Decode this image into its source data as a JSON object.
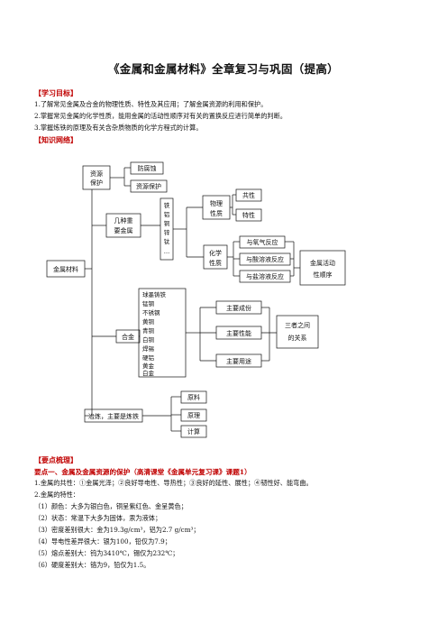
{
  "title": "《金属和金属材料》全章复习与巩固（提高）",
  "objectives": {
    "heading": "【学习目标】",
    "items": [
      "1.了解常见金属及合金的物理性质、特性及其应用；了解金属资源的利用和保护。",
      "2.掌握常见金属的化学性质，能用金属的活动性顺序对有关的置换反应进行简单的判断。",
      "3.掌握炼铁的原理及有关含杂质物质的化学方程式的计算。"
    ]
  },
  "network": {
    "heading": "【知识网络】",
    "root": "金属材料",
    "resource_l1": "资源",
    "resource_l2": "保护",
    "anticorrosion": "防腐蚀",
    "resource_protect": "资源保护",
    "metals_l1": "几种重",
    "metals_l2": "要金属",
    "metals_list": [
      "铁",
      "铝",
      "铜",
      "锌",
      "钛",
      "…"
    ],
    "physical_l1": "物理",
    "physical_l2": "性质",
    "common": "共性",
    "special": "特性",
    "chemical_l1": "化学",
    "chemical_l2": "性质",
    "oxygen": "与氧气反应",
    "acid": "与酸溶液反应",
    "salt": "与盐溶液反应",
    "activity_l1": "金属活动",
    "activity_l2": "性顺序",
    "alloy": "合金",
    "alloy_list": [
      "球墨铸铁",
      "锰钢",
      "不锈钢",
      "黄铜",
      "青铜",
      "白铜",
      "焊锡",
      "硬铝",
      "黄金",
      "白金"
    ],
    "composition": "主要成份",
    "performance": "主要性能",
    "usage": "主要用途",
    "relation_l1": "三者之间",
    "relation_l2": "的关系",
    "smelting": "冶炼，主要是炼铁",
    "material": "原料",
    "principle": "原理",
    "calculation": "计算"
  },
  "key_points": {
    "heading": "【要点梳理】",
    "point1": "要点一、金属及金属资源的保护（高清课堂《金属单元复习课》课题1）",
    "lines": [
      "1.金属的共性：①金属光泽；②良好导电性、导热性；③良好的延性、展性；④韧性好、能弯曲。",
      "2.金属的特性：",
      "（1）颜色：大多为银白色，铜呈紫红色、金呈黄色；",
      "（2）状态：常温下大多为固体，汞为液体；",
      "（3）密度差别很大：金为19.3g/cm³，铝为2.7 g/cm³；",
      "（4）导电性差异很大：银为100，铅仅为7.9；",
      "（5）熔点差别大：钨为3410℃，锡仅为232℃；",
      "（6）硬度差别大：铬为9，铅仅为1.5。"
    ]
  }
}
